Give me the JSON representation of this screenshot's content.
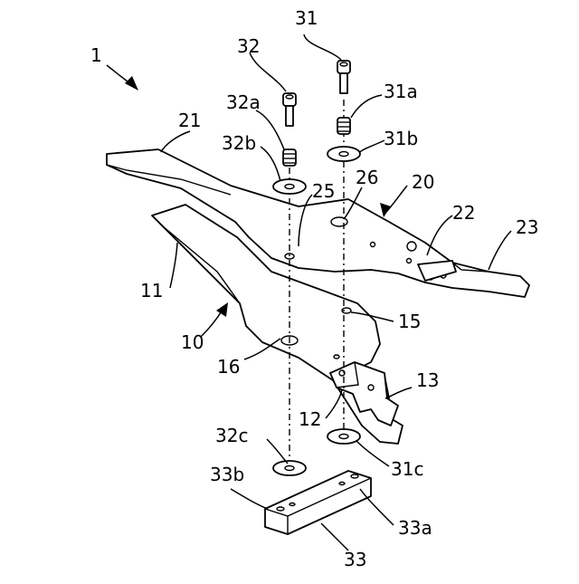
{
  "labels": {
    "l1": "1",
    "l10": "10",
    "l11": "11",
    "l12": "12",
    "l13": "13",
    "l15": "15",
    "l16": "16",
    "l20": "20",
    "l21": "21",
    "l22": "22",
    "l23": "23",
    "l25": "25",
    "l26": "26",
    "l31": "31",
    "l31a": "31a",
    "l31b": "31b",
    "l31c": "31c",
    "l32": "32",
    "l32a": "32a",
    "l32b": "32b",
    "l32c": "32c",
    "l33": "33",
    "l33a": "33a",
    "l33b": "33b"
  }
}
